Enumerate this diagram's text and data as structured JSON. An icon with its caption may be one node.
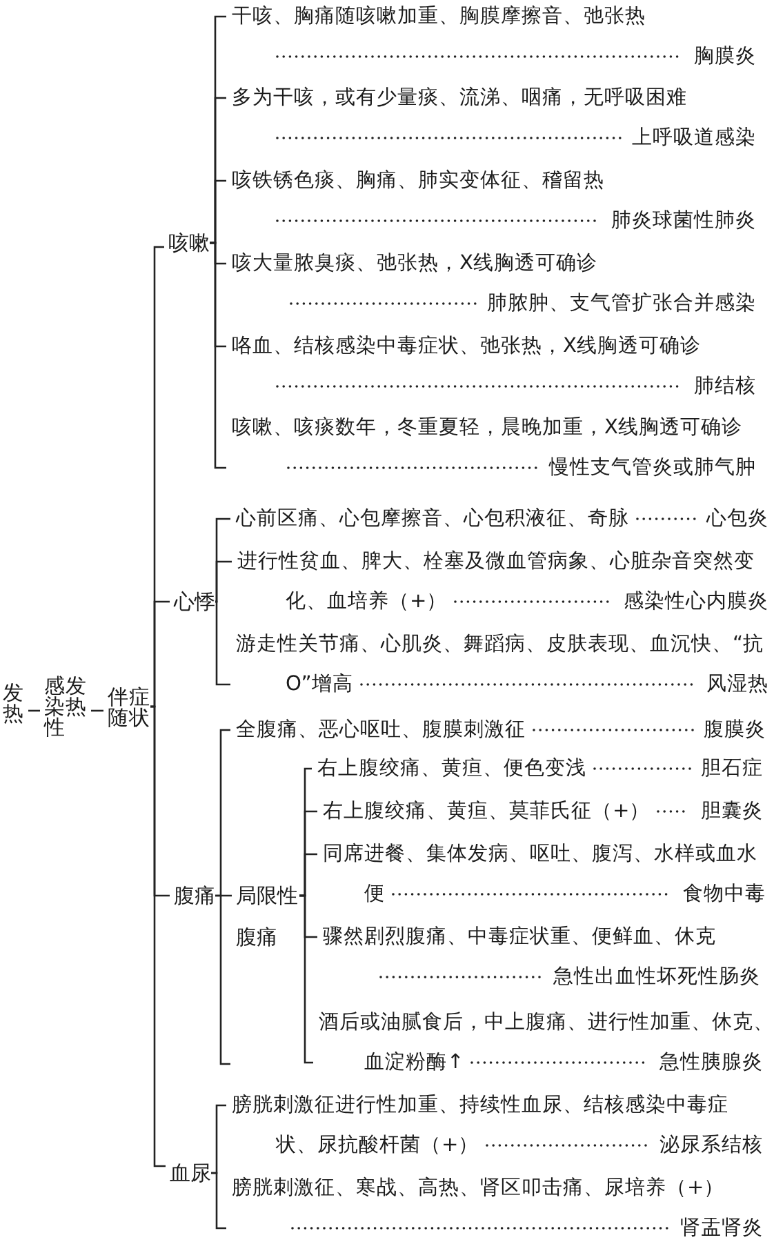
{
  "diagram": {
    "nodes": [
      {
        "text": [
          "发热"
        ]
      },
      {
        "text": [
          "感染性发热"
        ]
      },
      {
        "text": [
          "伴随症状"
        ]
      },
      {
        "text": [
          "咳嗽"
        ]
      },
      {
        "text": [
          "干咳、胸痛随咳嗽加重、胸膜摩擦音、弛张热",
          "胸膜炎"
        ]
      },
      {
        "text": [
          "多为干咳，或有少量痰、流涕、咽痛，无呼吸困难",
          "上呼吸道感染"
        ]
      },
      {
        "text": [
          "咳铁锈色痰、胸痛、肺实变体征、稽留热",
          "肺炎球菌性肺炎"
        ]
      },
      {
        "text": [
          "咳大量脓臭痰、弛张热，X线胸透可确诊",
          "肺脓肿、支气管扩张合并感染"
        ]
      },
      {
        "text": [
          "咯血、结核感染中毒症状、弛张热，X线胸透可确诊",
          "肺结核"
        ]
      },
      {
        "text": [
          "咳嗽、咳痰数年，冬重夏轻，晨晚加重，X线胸透可确诊",
          "慢性支气管炎或肺气肿"
        ]
      },
      {
        "text": [
          "心悸"
        ]
      },
      {
        "text": [
          "心前区痛、心包摩擦音、心包积液征、奇脉",
          "心包炎"
        ]
      },
      {
        "text": [
          "进行性贫血、脾大、栓塞及微血管病象、心脏杂音突然变化、血培养（+）",
          "感染性心内膜炎"
        ]
      },
      {
        "text": [
          "游走性关节痛、心肌炎、舞蹈病、皮肤表现、血沉快、“抗O”增高",
          "风湿热"
        ]
      },
      {
        "text": [
          "腹痛"
        ]
      },
      {
        "text": [
          "全腹痛、恶心呕吐、腹膜刺激征",
          "腹膜炎"
        ]
      },
      {
        "text": [
          "局限性腹痛"
        ]
      },
      {
        "text": [
          "右上腹绞痛、黄疸、便色变浅",
          "胆石症"
        ]
      },
      {
        "text": [
          "右上腹绞痛、黄疸、莫菲氏征（+）",
          "胆囊炎"
        ]
      },
      {
        "text": [
          "同席进餐、集体发病、呕吐、腹泻、水样或血水便",
          "食物中毒"
        ]
      },
      {
        "text": [
          "骤然剧烈腹痛、中毒症状重、便鲜血、休克",
          "急性出血性坏死性肠炎"
        ]
      },
      {
        "text": [
          "酒后或油腻食后，中上腹痛、进行性加重、休克、血淀粉酶↑",
          "急性胰腺炎"
        ]
      },
      {
        "text": [
          "血尿"
        ]
      },
      {
        "text": [
          "膀胱刺激征进行性加重、持续性血尿、结核感染中毒症状、尿抗酸杆菌（+）",
          "泌尿系结核"
        ]
      },
      {
        "text": [
          "膀胱刺激征、寒战、高热、肾区叩击痛、尿培养（+）",
          "肾盂肾炎"
        ]
      }
    ],
    "edges": [
      {
        "from": 0,
        "to": 1,
        "arrow": "none"
      },
      {
        "from": 1,
        "to": 2,
        "arrow": "none"
      },
      {
        "from": 2,
        "to": 3,
        "arrow": "none"
      },
      {
        "from": 2,
        "to": 10,
        "arrow": "none"
      },
      {
        "from": 2,
        "to": 14,
        "arrow": "none"
      },
      {
        "from": 2,
        "to": 22,
        "arrow": "none"
      },
      {
        "from": 3,
        "to": 4,
        "arrow": "none"
      },
      {
        "from": 3,
        "to": 5,
        "arrow": "none"
      },
      {
        "from": 3,
        "to": 6,
        "arrow": "none"
      },
      {
        "from": 3,
        "to": 7,
        "arrow": "none"
      },
      {
        "from": 3,
        "to": 8,
        "arrow": "none"
      },
      {
        "from": 3,
        "to": 9,
        "arrow": "none"
      },
      {
        "from": 10,
        "to": 11,
        "arrow": "none"
      },
      {
        "from": 10,
        "to": 12,
        "arrow": "none"
      },
      {
        "from": 10,
        "to": 13,
        "arrow": "none"
      },
      {
        "from": 14,
        "to": 15,
        "arrow": "none"
      },
      {
        "from": 14,
        "to": 16,
        "arrow": "none"
      },
      {
        "from": 16,
        "to": 17,
        "arrow": "none"
      },
      {
        "from": 16,
        "to": 18,
        "arrow": "none"
      },
      {
        "from": 16,
        "to": 19,
        "arrow": "none"
      },
      {
        "from": 16,
        "to": 20,
        "arrow": "none"
      },
      {
        "from": 16,
        "to": 21,
        "arrow": "none"
      },
      {
        "from": 22,
        "to": 23,
        "arrow": "none"
      },
      {
        "from": 22,
        "to": 24,
        "arrow": "none"
      }
    ]
  }
}
